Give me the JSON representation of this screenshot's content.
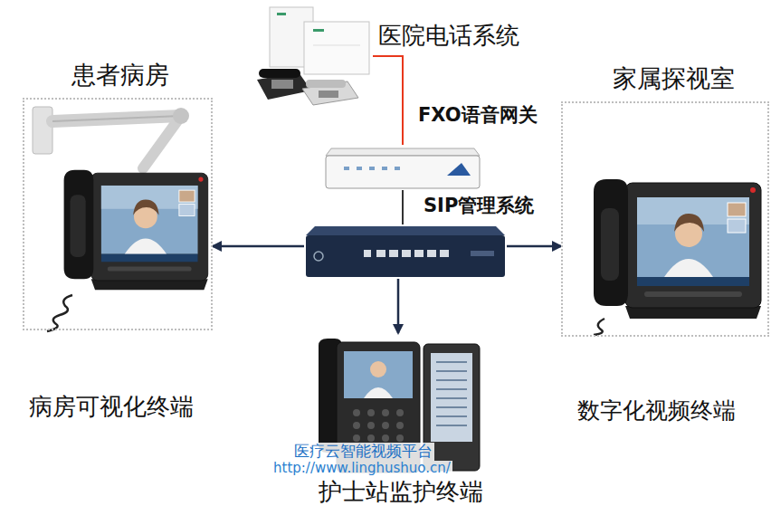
{
  "diagram": {
    "nodes": [
      {
        "text": [
          "医院电话系统"
        ]
      },
      {
        "text": [
          "FXO语音网关"
        ]
      },
      {
        "text": [
          "SIP管理系统"
        ]
      },
      {
        "text": [
          "患者病房",
          "病房可视化终端"
        ]
      },
      {
        "text": [
          "家属探视室",
          "数字化视频终端"
        ]
      },
      {
        "text": [
          "护士站监护终端"
        ]
      }
    ],
    "edges": [
      {
        "from": 0,
        "to": 1,
        "arrow": "none"
      },
      {
        "from": 1,
        "to": 2,
        "arrow": "none"
      },
      {
        "from": 2,
        "to": 3,
        "arrow": "to"
      },
      {
        "from": 2,
        "to": 4,
        "arrow": "to"
      },
      {
        "from": 2,
        "to": 5,
        "arrow": "to"
      }
    ],
    "labels": [
      "医疗云智能视频平台",
      "http://www.linghushuo.cn/"
    ]
  }
}
